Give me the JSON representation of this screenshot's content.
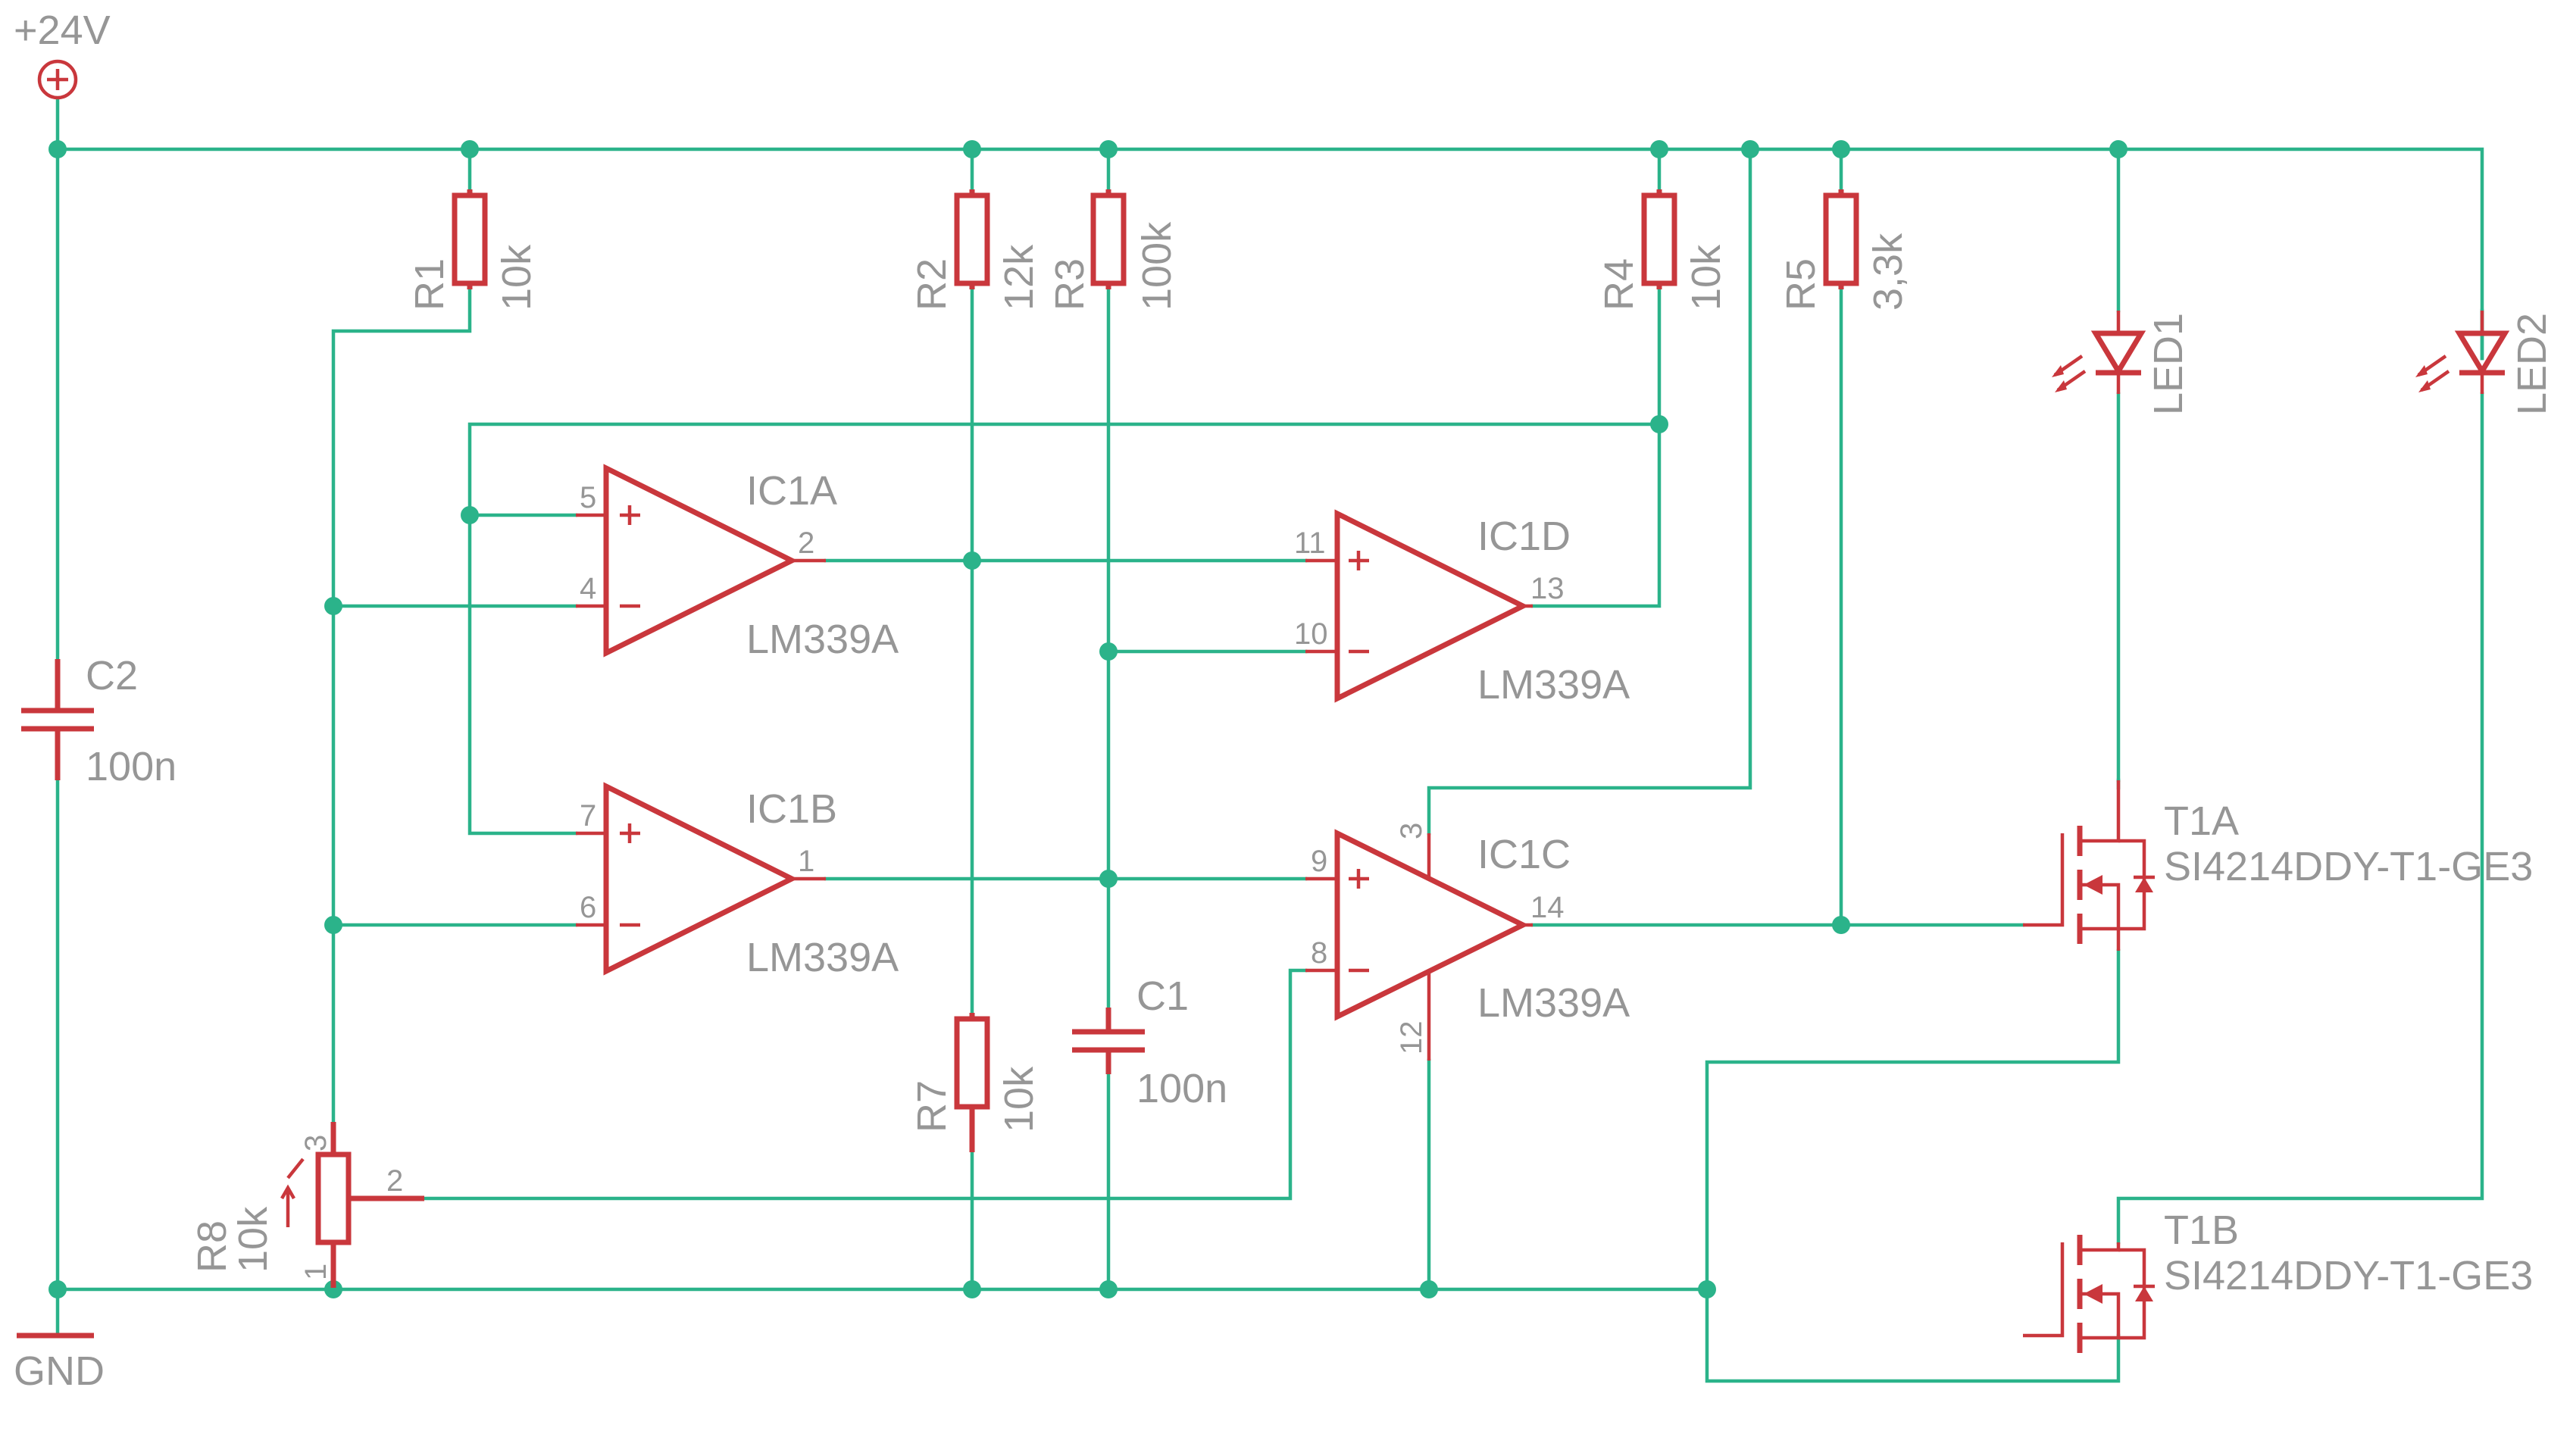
{
  "power": {
    "supply": "+24V",
    "ground": "GND"
  },
  "resistors": [
    {
      "name": "R1",
      "value": "10k"
    },
    {
      "name": "R2",
      "value": "12k"
    },
    {
      "name": "R3",
      "value": "100k"
    },
    {
      "name": "R4",
      "value": "10k"
    },
    {
      "name": "R5",
      "value": "3,3k"
    },
    {
      "name": "R7",
      "value": "10k"
    },
    {
      "name": "R8",
      "value": "10k"
    }
  ],
  "capacitors": [
    {
      "name": "C1",
      "value": "100n"
    },
    {
      "name": "C2",
      "value": "100n"
    }
  ],
  "comparators": [
    {
      "name": "IC1A",
      "part": "LM339A",
      "pin_plus": "5",
      "pin_minus": "4",
      "pin_out": "2"
    },
    {
      "name": "IC1B",
      "part": "LM339A",
      "pin_plus": "7",
      "pin_minus": "6",
      "pin_out": "1"
    },
    {
      "name": "IC1C",
      "part": "LM339A",
      "pin_plus": "9",
      "pin_minus": "8",
      "pin_out": "14",
      "pin_vcc": "3",
      "pin_gnd": "12"
    },
    {
      "name": "IC1D",
      "part": "LM339A",
      "pin_plus": "11",
      "pin_minus": "10",
      "pin_out": "13"
    }
  ],
  "leds": [
    {
      "name": "LED1"
    },
    {
      "name": "LED2"
    }
  ],
  "transistors": [
    {
      "name": "T1A",
      "part": "SI4214DDY-T1-GE3"
    },
    {
      "name": "T1B",
      "part": "SI4214DDY-T1-GE3"
    }
  ],
  "pot_pins": {
    "p1": "1",
    "p2": "2",
    "p3": "3"
  },
  "colors": {
    "wire": "#2bb38a",
    "symbol": "#c9373c",
    "label": "#969696"
  }
}
